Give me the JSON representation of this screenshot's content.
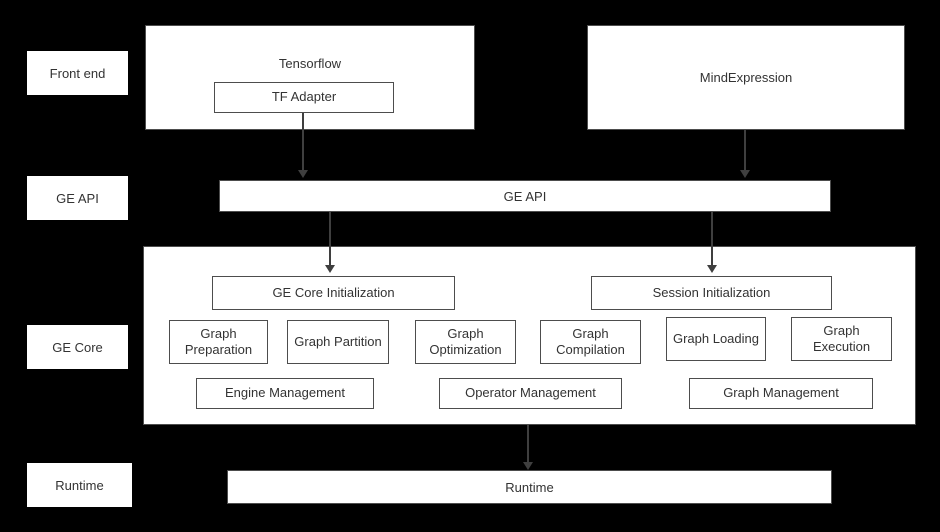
{
  "colors": {
    "background": "#000000",
    "box_fill": "#ffffff",
    "border": "#4d4d4d",
    "text": "#333333",
    "arrow": "#3f3f3f"
  },
  "side_labels": [
    {
      "label": "Front end"
    },
    {
      "label": "GE API"
    },
    {
      "label": "GE Core"
    },
    {
      "label": "Runtime"
    }
  ],
  "front_end": {
    "tensorflow": {
      "title": "Tensorflow",
      "adapter": "TF Adapter"
    },
    "mind_expression": {
      "title": "MindExpression"
    }
  },
  "ge_api": {
    "label": "GE API"
  },
  "ge_core": {
    "init_boxes": [
      {
        "label": "GE Core Initialization"
      },
      {
        "label": "Session Initialization"
      }
    ],
    "graph_boxes": [
      {
        "label": "Graph Preparation"
      },
      {
        "label": "Graph Partition"
      },
      {
        "label": "Graph Optimization"
      },
      {
        "label": "Graph Compilation"
      },
      {
        "label": "Graph Loading"
      },
      {
        "label": "Graph Execution"
      }
    ],
    "management_boxes": [
      {
        "label": "Engine Management"
      },
      {
        "label": "Operator Management"
      },
      {
        "label": "Graph Management"
      }
    ]
  },
  "runtime": {
    "label": "Runtime"
  }
}
